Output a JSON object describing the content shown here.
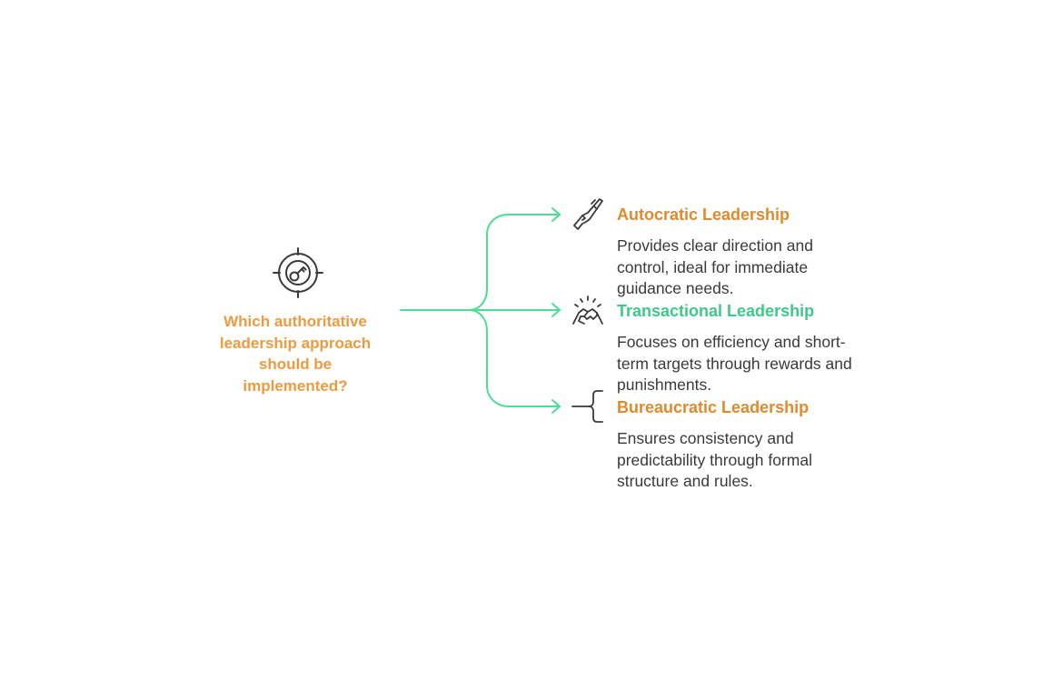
{
  "root": {
    "icon": "target-key-icon",
    "question": "Which authoritative leadership approach should be implemented?"
  },
  "branches": [
    {
      "icon": "rifle-icon",
      "title": "Autocratic Leadership",
      "description": "Provides clear direction and control, ideal for immediate guidance needs.",
      "title_color": "#e08a2c"
    },
    {
      "icon": "handshake-icon",
      "title": "Transactional Leadership",
      "description": "Focuses on efficiency and short-term targets through rewards and punishments.",
      "title_color": "#3ec98a"
    },
    {
      "icon": "bracket-icon",
      "title": "Bureaucratic Leadership",
      "description": "Ensures consistency and predictability through formal structure and rules.",
      "title_color": "#e08a2c"
    }
  ],
  "colors": {
    "question": "#ee9a3e",
    "connector": "#4fdc96",
    "icon_stroke": "#3a3a3a",
    "description": "#3a3a3a"
  }
}
